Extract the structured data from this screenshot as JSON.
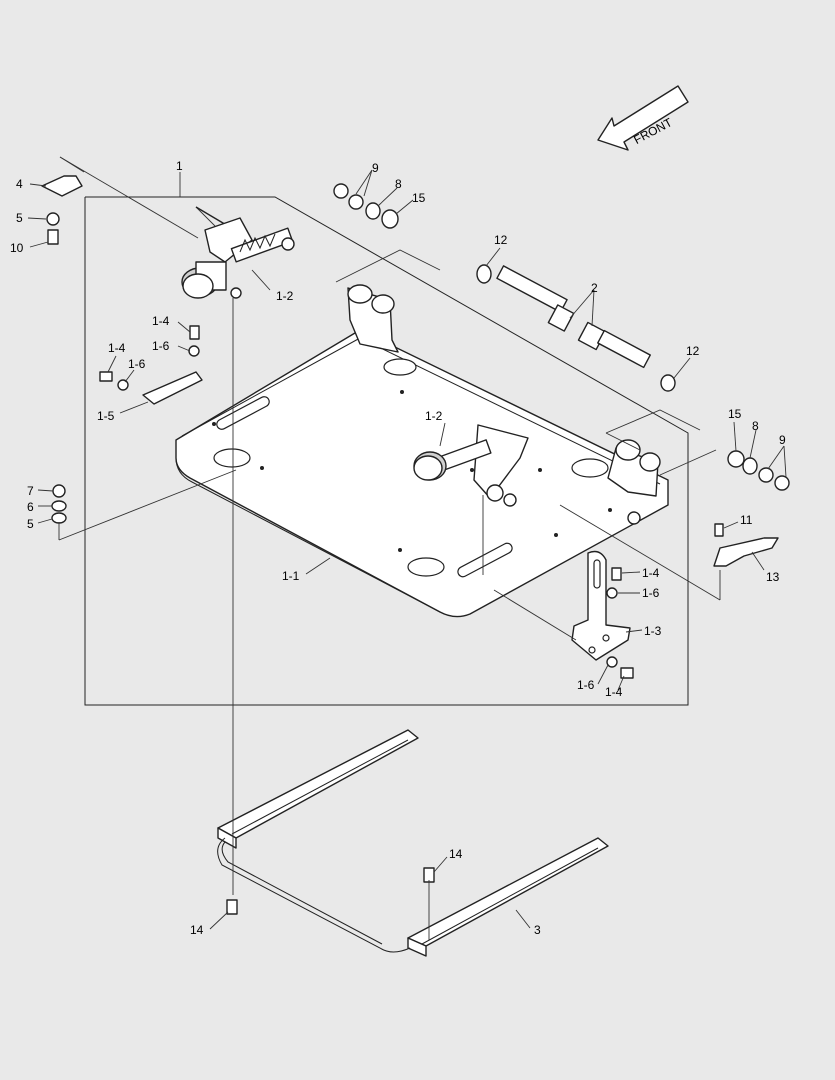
{
  "front_label": "FRONT",
  "callouts": [
    {
      "id": "c1",
      "text": "1"
    },
    {
      "id": "c4",
      "text": "4"
    },
    {
      "id": "c5a",
      "text": "5"
    },
    {
      "id": "c10",
      "text": "10"
    },
    {
      "id": "c1-2a",
      "text": "1-2"
    },
    {
      "id": "c9a",
      "text": "9"
    },
    {
      "id": "c8a",
      "text": "8"
    },
    {
      "id": "c15a",
      "text": "15"
    },
    {
      "id": "c12a",
      "text": "12"
    },
    {
      "id": "c2",
      "text": "2"
    },
    {
      "id": "c12b",
      "text": "12"
    },
    {
      "id": "c1-4a",
      "text": "1-4"
    },
    {
      "id": "c1-6a",
      "text": "1-6"
    },
    {
      "id": "c1-4b",
      "text": "1-4"
    },
    {
      "id": "c1-6b",
      "text": "1-6"
    },
    {
      "id": "c1-5",
      "text": "1-5"
    },
    {
      "id": "c1-2b",
      "text": "1-2"
    },
    {
      "id": "c15b",
      "text": "15"
    },
    {
      "id": "c8b",
      "text": "8"
    },
    {
      "id": "c9b",
      "text": "9"
    },
    {
      "id": "c7",
      "text": "7"
    },
    {
      "id": "c6",
      "text": "6"
    },
    {
      "id": "c5b",
      "text": "5"
    },
    {
      "id": "c11",
      "text": "11"
    },
    {
      "id": "c13",
      "text": "13"
    },
    {
      "id": "c1-1",
      "text": "1-1"
    },
    {
      "id": "c1-4c",
      "text": "1-4"
    },
    {
      "id": "c1-6c",
      "text": "1-6"
    },
    {
      "id": "c1-3",
      "text": "1-3"
    },
    {
      "id": "c1-6d",
      "text": "1-6"
    },
    {
      "id": "c1-4d",
      "text": "1-4"
    },
    {
      "id": "c14a",
      "text": "14"
    },
    {
      "id": "c14b",
      "text": "14"
    },
    {
      "id": "c3",
      "text": "3"
    }
  ]
}
